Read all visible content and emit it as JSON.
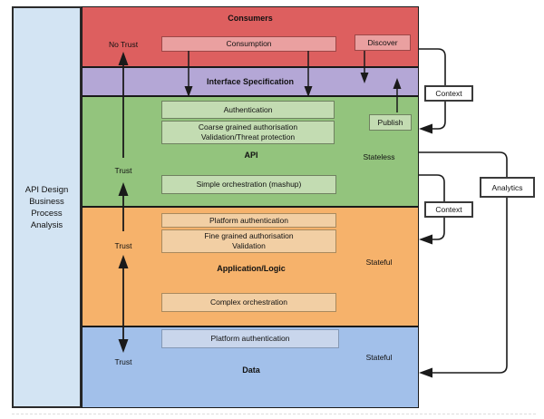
{
  "diagram": {
    "sidebar_lines": [
      "API Design",
      "Business",
      "Process",
      "Analysis"
    ],
    "consumers": {
      "title": "Consumers",
      "consumption": "Consumption",
      "discover": "Discover",
      "trust_label": "No Trust"
    },
    "interface_spec": {
      "title": "Interface Specification"
    },
    "api": {
      "title": "API",
      "authentication": "Authentication",
      "coarse_line1": "Coarse grained authorisation",
      "coarse_line2": "Validation/Threat protection",
      "mashup": "Simple orchestration (mashup)",
      "publish": "Publish",
      "state": "Stateless",
      "trust_label": "Trust"
    },
    "application": {
      "title": "Application/Logic",
      "platform_auth": "Platform authentication",
      "fine_line1": "Fine grained authorisation",
      "fine_line2": "Validation",
      "complex": "Complex orchestration",
      "state": "Stateful",
      "trust_label": "Trust"
    },
    "data_layer": {
      "title": "Data",
      "platform_auth": "Platform authentication",
      "state": "Stateful",
      "trust_label": "Trust"
    },
    "annotations": {
      "context_top": "Context",
      "context_middle": "Context",
      "analytics": "Analytics"
    }
  },
  "colors": {
    "red": "#dd5f5f",
    "red_light": "#eaa0a0",
    "red_border": "#9c4747",
    "purple": "#b4a7d6",
    "green": "#93c47d",
    "green_light": "#c3dcb2",
    "green_border": "#6f8160",
    "orange": "#f6b26b",
    "orange_light": "#f2cfa4",
    "orange_border": "#a98a5e",
    "blue": "#a2c0ea",
    "blue_light": "#c9d6ec",
    "blue_border": "#8498b5",
    "sidebar": "#d3e4f3",
    "ink": "#1a1a1a"
  }
}
